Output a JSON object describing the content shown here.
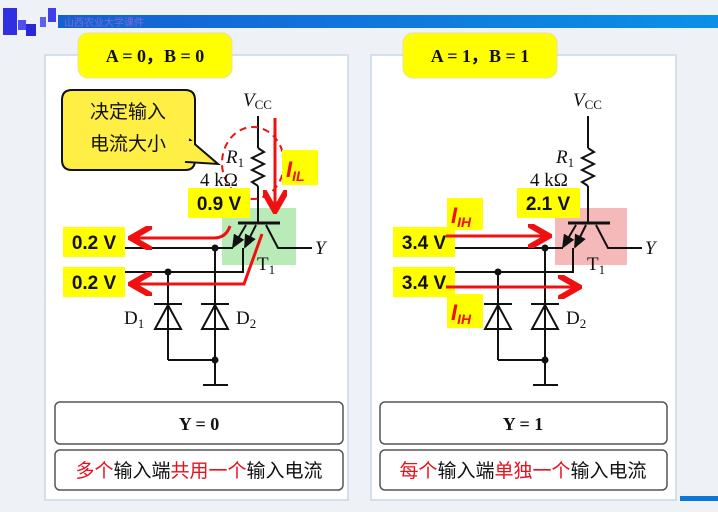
{
  "header": {
    "banner_text": "山西农业大学课件"
  },
  "left": {
    "title": "A = 0，B = 0",
    "callout": [
      "决定输入",
      "电流大小"
    ],
    "vcc": "V",
    "vcc_sub": "CC",
    "r_label": "R",
    "r_sub": "1",
    "r_value": "4 kΩ",
    "base_voltage": "0.9 V",
    "input_voltage_a": "0.2 V",
    "input_voltage_b": "0.2 V",
    "current": "I",
    "current_sub": "IL",
    "t_label": "T",
    "t_sub": "1",
    "d1": "D",
    "d1_sub": "1",
    "d2": "D",
    "d2_sub": "2",
    "output": "Y",
    "result": "Y = 0",
    "caption": [
      {
        "t": "多个",
        "hl": true
      },
      {
        "t": "输入端",
        "hl": false
      },
      {
        "t": "共用一个",
        "hl": true
      },
      {
        "t": "输入电流",
        "hl": false
      }
    ]
  },
  "right": {
    "title": "A = 1，B = 1",
    "vcc": "V",
    "vcc_sub": "CC",
    "r_label": "R",
    "r_sub": "1",
    "r_value": "4 kΩ",
    "base_voltage": "2.1 V",
    "input_voltage_a": "3.4 V",
    "input_voltage_b": "3.4 V",
    "current": "I",
    "current_sub": "IH",
    "t_label": "T",
    "t_sub": "1",
    "d2": "D",
    "d2_sub": "2",
    "output": "Y",
    "result": "Y = 1",
    "caption": [
      {
        "t": "每个",
        "hl": true
      },
      {
        "t": "输入端",
        "hl": false
      },
      {
        "t": "单独一个",
        "hl": true
      },
      {
        "t": "输入电流",
        "hl": false
      }
    ]
  },
  "colors": {
    "highlight": "#ffff00",
    "accent_red": "#f01010",
    "green_box": "#a8e6a8",
    "pink_box": "#f2a8a8",
    "banner": "#0a78d8"
  }
}
